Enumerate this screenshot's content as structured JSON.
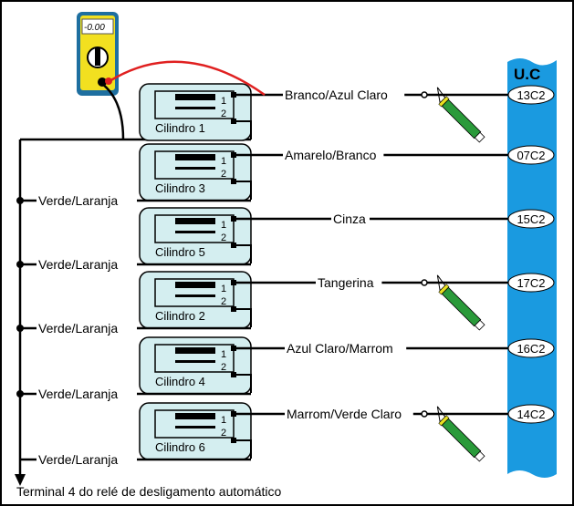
{
  "multimeter": {
    "display": "-0.00"
  },
  "ecu": {
    "title": "U.C",
    "color": "#1a9ae0"
  },
  "cylinders": [
    {
      "name": "Cilindro 1",
      "wire": "Branco/Azul Claro",
      "pin": "13C2",
      "probe": true
    },
    {
      "name": "Cilindro 3",
      "wire": "Amarelo/Branco",
      "pin": "07C2",
      "probe": false
    },
    {
      "name": "Cilindro 5",
      "wire": "Cinza",
      "pin": "15C2",
      "probe": false
    },
    {
      "name": "Cilindro 2",
      "wire": "Tangerina",
      "pin": "17C2",
      "probe": true
    },
    {
      "name": "Cilindro 4",
      "wire": "Azul Claro/Marrom",
      "pin": "16C2",
      "probe": false
    },
    {
      "name": "Cilindro 6",
      "wire": "Marrom/Verde Claro",
      "pin": "14C2",
      "probe": true
    }
  ],
  "pin_labels": {
    "pin1": "1",
    "pin2": "2"
  },
  "ground_label": "Verde/Laranja",
  "terminal_label": "Terminal 4 do relé de desligamento automático",
  "colors": {
    "coil_body": "#d4eef0",
    "probe_lead": "#e02020",
    "probe_body": "#2a9a3a"
  }
}
